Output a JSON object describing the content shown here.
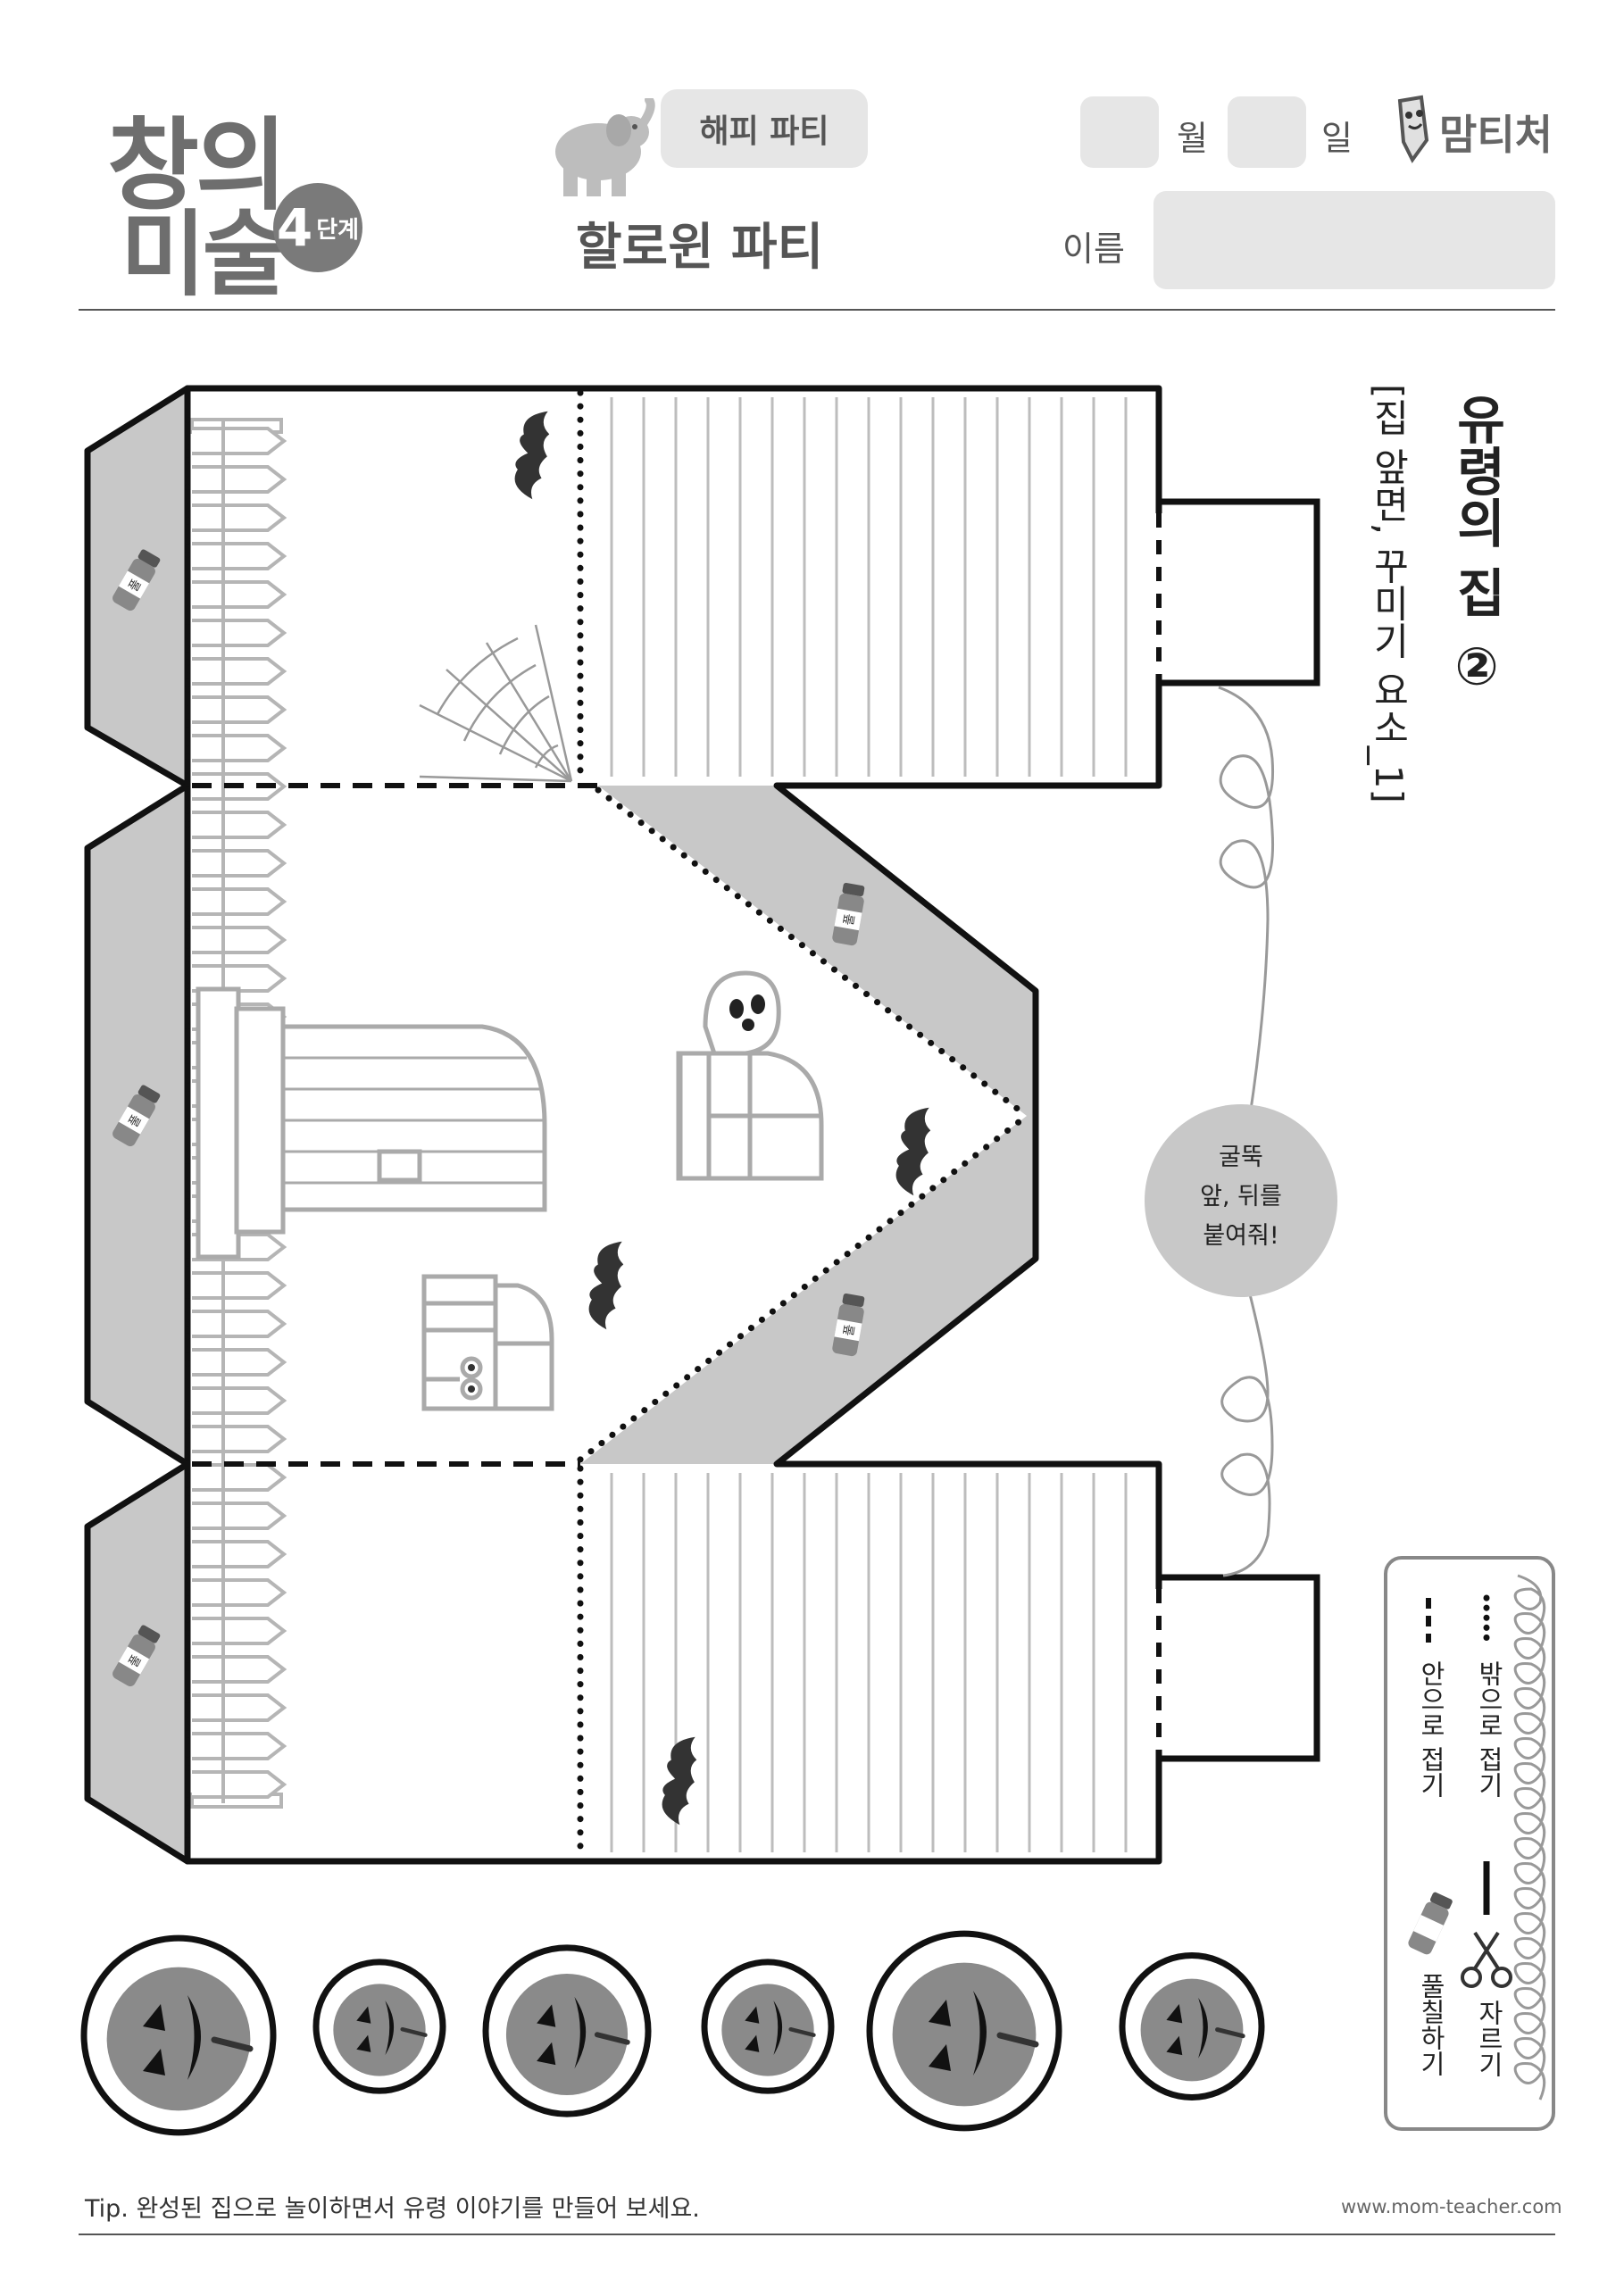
{
  "header": {
    "logo_line1": "창의",
    "logo_line2": "미술",
    "stage_number": "4",
    "stage_label": "단계",
    "theme_tag": "해피 파티",
    "title": "할로윈 파티",
    "month_label": "월",
    "day_label": "일",
    "name_label": "이름",
    "brand": "맘티처"
  },
  "worksheet": {
    "heading": "유령의 집 ②",
    "subheading": "[집 앞면, 꾸미기 요소_1]",
    "chimney_bubble": [
      "굴뚝",
      "앞, 뒤를",
      "붙여줘!"
    ],
    "glue_label": "풀"
  },
  "legend": {
    "fold_out": "밖으로 접기",
    "fold_in": "안으로 접기",
    "cut": "자르기",
    "glue": "풀칠하기"
  },
  "footer": {
    "tip": "Tip. 완성된 집으로 놀이하면서 유령 이야기를 만들어 보세요.",
    "url": "www.mom-teacher.com"
  }
}
